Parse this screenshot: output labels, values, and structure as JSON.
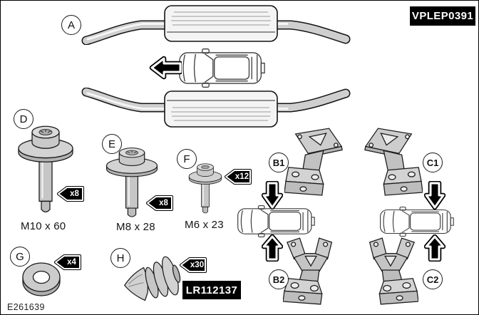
{
  "figure": {
    "kit_part_number": "VPLEP0391",
    "figure_number": "E261639"
  },
  "callouts": {
    "a": "A",
    "b1": "B1",
    "b2": "B2",
    "c1": "C1",
    "c2": "C2",
    "d": "D",
    "e": "E",
    "f": "F",
    "g": "G",
    "h": "H"
  },
  "fasteners": {
    "d": {
      "qty": "x8",
      "size": "M10 x 60"
    },
    "e": {
      "qty": "x8",
      "size": "M8 x 28"
    },
    "f": {
      "qty": "x12",
      "size": "M6 x 23"
    },
    "g": {
      "qty": "x4"
    },
    "h": {
      "qty": "x30",
      "part_number": "LR112137"
    }
  },
  "icons": {
    "direction_arrow": "left-arrow",
    "upper_bracket_arrow": "down-arrow",
    "lower_bracket_arrow": "up-arrow",
    "vehicle": "car-top-view"
  },
  "colors": {
    "background": "#ffffff",
    "line": "#1c1c1c",
    "plate_bg": "#000000",
    "plate_text": "#ffffff",
    "metal_light": "#d8d8d8",
    "metal_mid": "#c0c0c0"
  }
}
